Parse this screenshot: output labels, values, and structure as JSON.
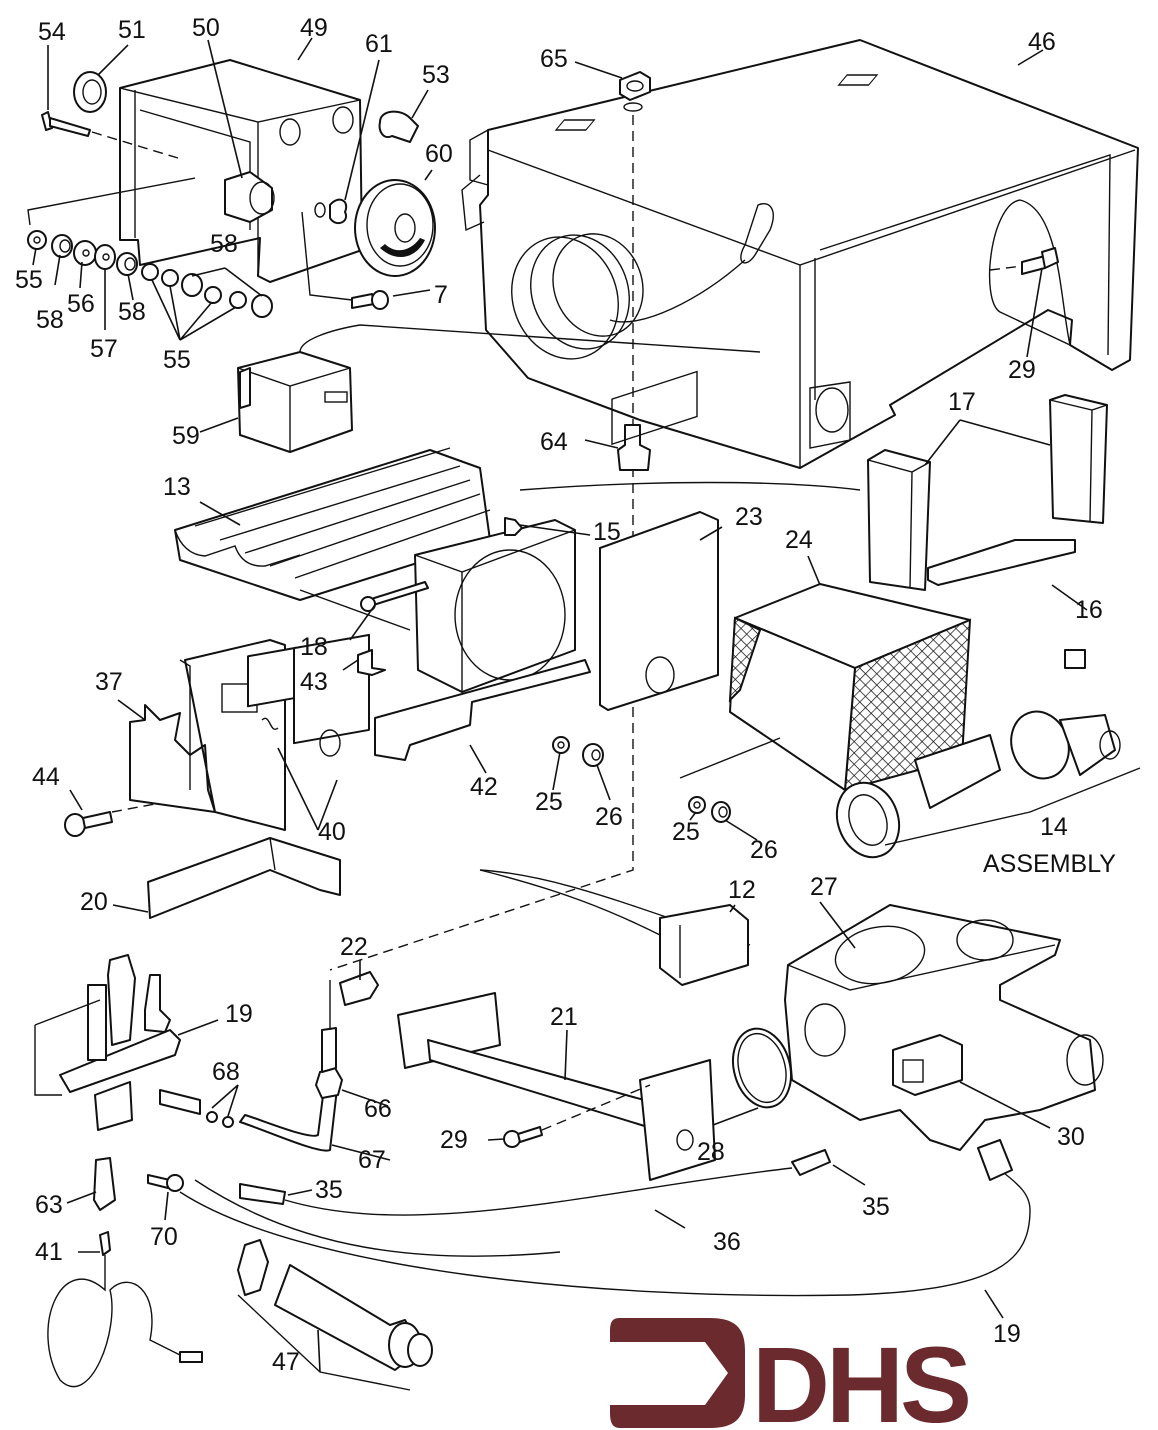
{
  "diagram": {
    "title": "Gas water heater control & burner assembly — exploded parts view",
    "brand_color": "#6b2a2e",
    "ink_color": "#111111",
    "logo": {
      "text": "DHS"
    },
    "assembly_label": {
      "number": "14",
      "caption": "ASSEMBLY"
    },
    "callouts": {
      "c54": "54",
      "c51": "51",
      "c50": "50",
      "c49": "49",
      "c61": "61",
      "c53": "53",
      "c60": "60",
      "c65": "65",
      "c46": "46",
      "c55a": "55",
      "c58a": "58",
      "c56": "56",
      "c57": "57",
      "c58b": "58",
      "c58c": "58",
      "c55b": "55",
      "c7": "7",
      "c29a": "29",
      "c59": "59",
      "c17": "17",
      "c64": "64",
      "c13": "13",
      "c15": "15",
      "c23": "23",
      "c24": "24",
      "c16": "16",
      "c18": "18",
      "c37": "37",
      "c43": "43",
      "c44": "44",
      "c40": "40",
      "c42": "42",
      "c25a": "25",
      "c26a": "26",
      "c25b": "25",
      "c26b": "26",
      "c20": "20",
      "c12": "12",
      "c27": "27",
      "c22": "22",
      "c19a": "19",
      "c21": "21",
      "c68": "68",
      "c66": "66",
      "c30": "30",
      "c29b": "29",
      "c28": "28",
      "c67": "67",
      "c63": "63",
      "c35a": "35",
      "c35b": "35",
      "c70": "70",
      "c36": "36",
      "c41": "41",
      "c47": "47",
      "c19b": "19"
    }
  }
}
